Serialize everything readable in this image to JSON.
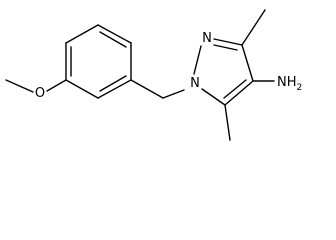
{
  "molecule": {
    "atom_labels": {
      "methoxy_oxygen": "O",
      "ring_n1": "N",
      "ring_n2": "N",
      "amine": "NH",
      "amine_subscript": "2"
    }
  }
}
